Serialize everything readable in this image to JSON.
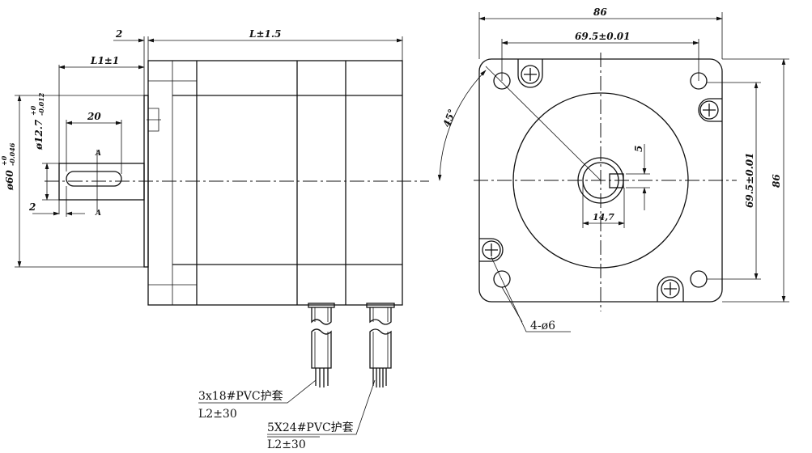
{
  "side_view": {
    "dim_flange": "2",
    "dim_length": "L±1.5",
    "dim_shaft_length": "L1±1",
    "dim_key_length": "20",
    "dim_pilot_diameter": "ø60",
    "pilot_tol_upper": "+0",
    "pilot_tol_lower": "-0.046",
    "dim_shaft_diameter": "ø12.7",
    "shaft_tol_upper": "+0",
    "shaft_tol_lower": "-0.012",
    "dim_key_offset": "2",
    "section_mark": "A",
    "cable1_spec": "3x18#PVC护套",
    "cable1_length": "L2±30",
    "cable2_spec": "5X24#PVC护套",
    "cable2_length": "L2±30"
  },
  "front_view": {
    "dim_width": "86",
    "dim_hole_spacing_h": "69.5±0.01",
    "dim_height": "86",
    "dim_hole_spacing_v": "69.5±0.01",
    "dim_angle": "45°",
    "dim_key_width": "5",
    "dim_flat": "14,7",
    "hole_spec": "4-ø6"
  }
}
